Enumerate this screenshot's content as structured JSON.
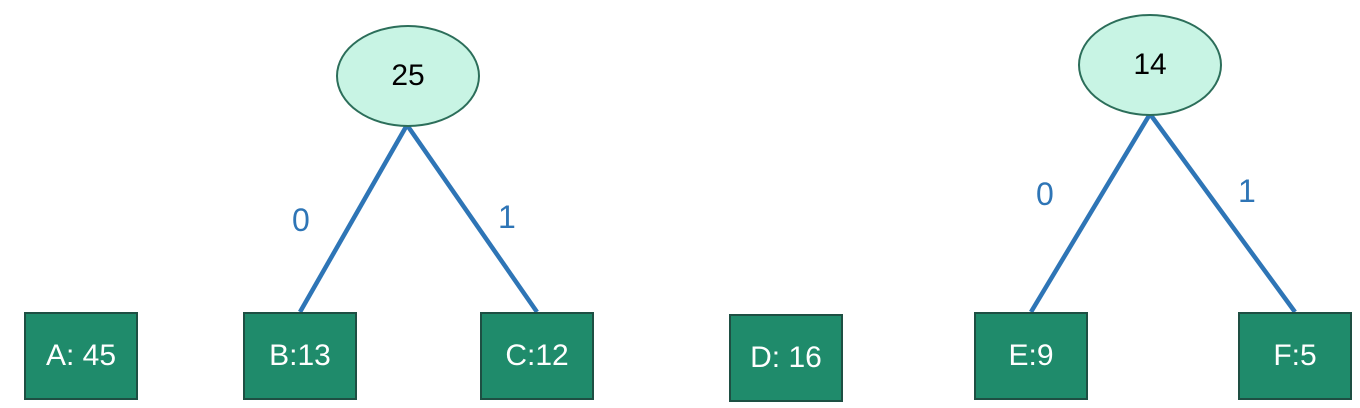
{
  "colors": {
    "leaf_fill": "#1f8b6b",
    "leaf_border": "#1e4f43",
    "node_fill": "#c8f4e4",
    "node_border": "#2c6e5a",
    "edge": "#2e75b6",
    "edge_label": "#2e75b6"
  },
  "leaves": {
    "a": "A: 45",
    "b": "B:13",
    "c": "C:12",
    "d": "D: 16",
    "e": "E:9",
    "f": "F:5"
  },
  "internal_nodes": {
    "bc": "25",
    "ef": "14"
  },
  "edge_labels": {
    "bc_left": "0",
    "bc_right": "1",
    "ef_left": "0",
    "ef_right": "1"
  }
}
